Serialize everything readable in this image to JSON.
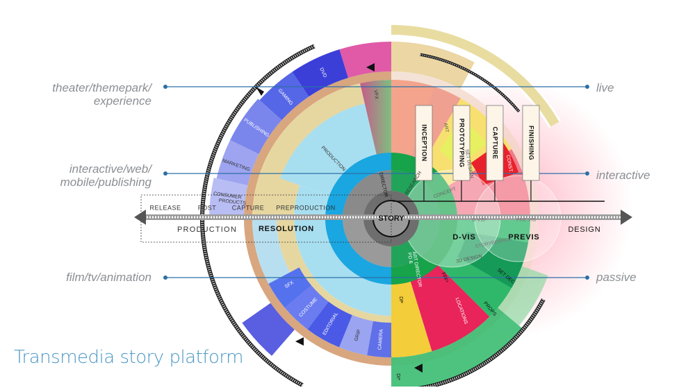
{
  "title": "Transmedia story platform",
  "left_labels": [
    {
      "text": "theater/themepark/\nexperience"
    },
    {
      "text": "interactive/web/\nmobile/publishing"
    },
    {
      "text": "film/tv/animation"
    }
  ],
  "right_labels": [
    "live",
    "interactive",
    "passive"
  ],
  "center": "STORY",
  "axis": {
    "production": "PRODUCTION",
    "resolution": "RESOLUTION",
    "design": "DESIGN",
    "dvis": "D-VIS",
    "previs": "PREVIS",
    "phases": [
      "RELEASE",
      "POST",
      "CAPTURE",
      "PREPRODUCTION"
    ]
  },
  "stages": [
    "INCEPTION",
    "PROTOTYPING",
    "CAPTURE",
    "FINISHING"
  ],
  "segments_left": [
    "DVD",
    "GAMING",
    "PUBLISHING",
    "MARKETING",
    "CONSUMER PRODUCTS",
    "VFX",
    "PRODUCTION",
    "DIRECTOR",
    "SFX",
    "COSTUME",
    "EDITORIAL",
    "GRIP",
    "CAMERA"
  ],
  "segments_right": [
    "RESEARCH",
    "CONCEPT",
    "ART",
    "SET DESIGN",
    "CONST.",
    "D-VIS*",
    "PRE-VIS",
    "STORYBOARDS",
    "3D DESIGN",
    "PD & ART DIRECTOR",
    "FFF*",
    "SET DEC",
    "LOCATIONS",
    "PROPS",
    "DP",
    "DI*"
  ]
}
